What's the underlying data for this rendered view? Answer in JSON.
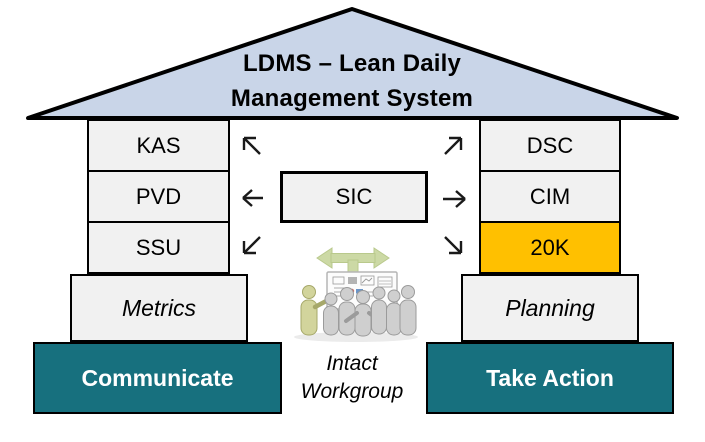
{
  "diagram": {
    "title_line1": "LDMS – Lean Daily",
    "title_line2": "Management System",
    "left_pillar": {
      "items": [
        "KAS",
        "PVD",
        "SSU"
      ]
    },
    "right_pillar": {
      "items": [
        "DSC",
        "CIM",
        "20K"
      ]
    },
    "center_box_label": "SIC",
    "metrics_label": "Metrics",
    "planning_label": "Planning",
    "communicate_label": "Communicate",
    "take_action_label": "Take Action",
    "workgroup_line1": "Intact",
    "workgroup_line2": "Workgroup",
    "icons": {
      "arrows": [
        "up-left",
        "up-right",
        "left",
        "right",
        "down-left",
        "down-right"
      ],
      "clipart": "team-around-whiteboard",
      "clipart_arrow": "green-branch-arrow"
    },
    "colors": {
      "roof_fill": "#C9D5E8",
      "box_fill": "#F1F1F1",
      "highlight_fill": "#FFC000",
      "action_fill": "#17707E",
      "clipart_green": "#CCD9A5"
    }
  }
}
